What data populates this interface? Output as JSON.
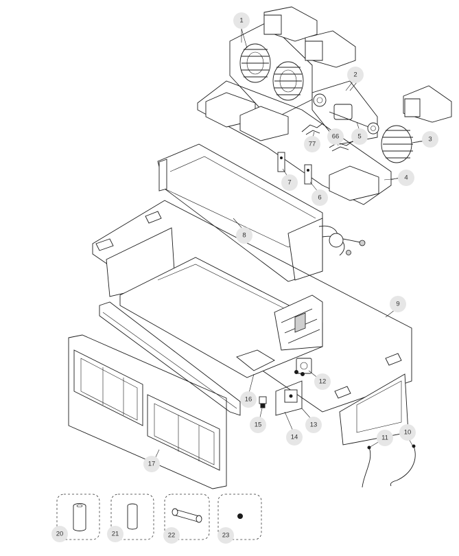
{
  "labels": [
    "1",
    "2",
    "3",
    "4",
    "5",
    "6",
    "7",
    "8",
    "9",
    "10",
    "11",
    "12",
    "13",
    "14",
    "15",
    "16",
    "17",
    "20",
    "21",
    "22",
    "23",
    "66",
    "77"
  ],
  "colors": {
    "bubble": "#e6e6e6",
    "line": "#1a1a1a",
    "text": "#333333"
  }
}
